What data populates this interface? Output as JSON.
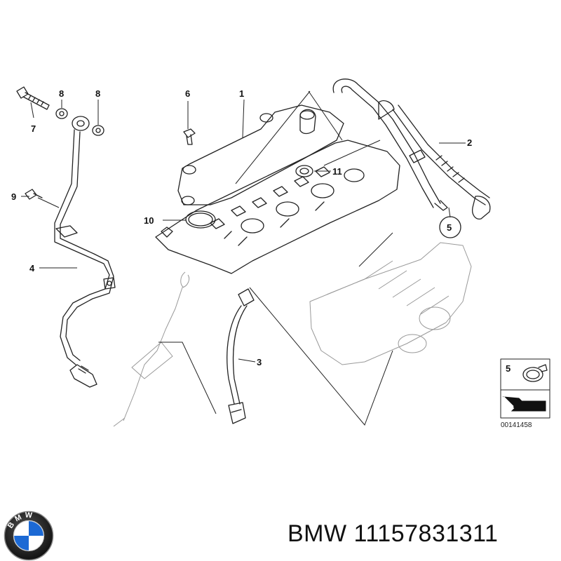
{
  "callouts": {
    "c1": "1",
    "c2": "2",
    "c3": "3",
    "c4": "4",
    "c5": "5",
    "c6": "6",
    "c7": "7",
    "c8a": "8",
    "c8b": "8",
    "c9": "9",
    "c10": "10",
    "c11": "11",
    "legend5": "5"
  },
  "diagram_ref": "00141458",
  "logo": {
    "icon": "bmw-roundel-icon",
    "letters": "BMW"
  },
  "footer": {
    "part_label": "BMW 11157831311"
  },
  "colors": {
    "ink": "#111111",
    "logo_blue": "#1c69d4"
  }
}
